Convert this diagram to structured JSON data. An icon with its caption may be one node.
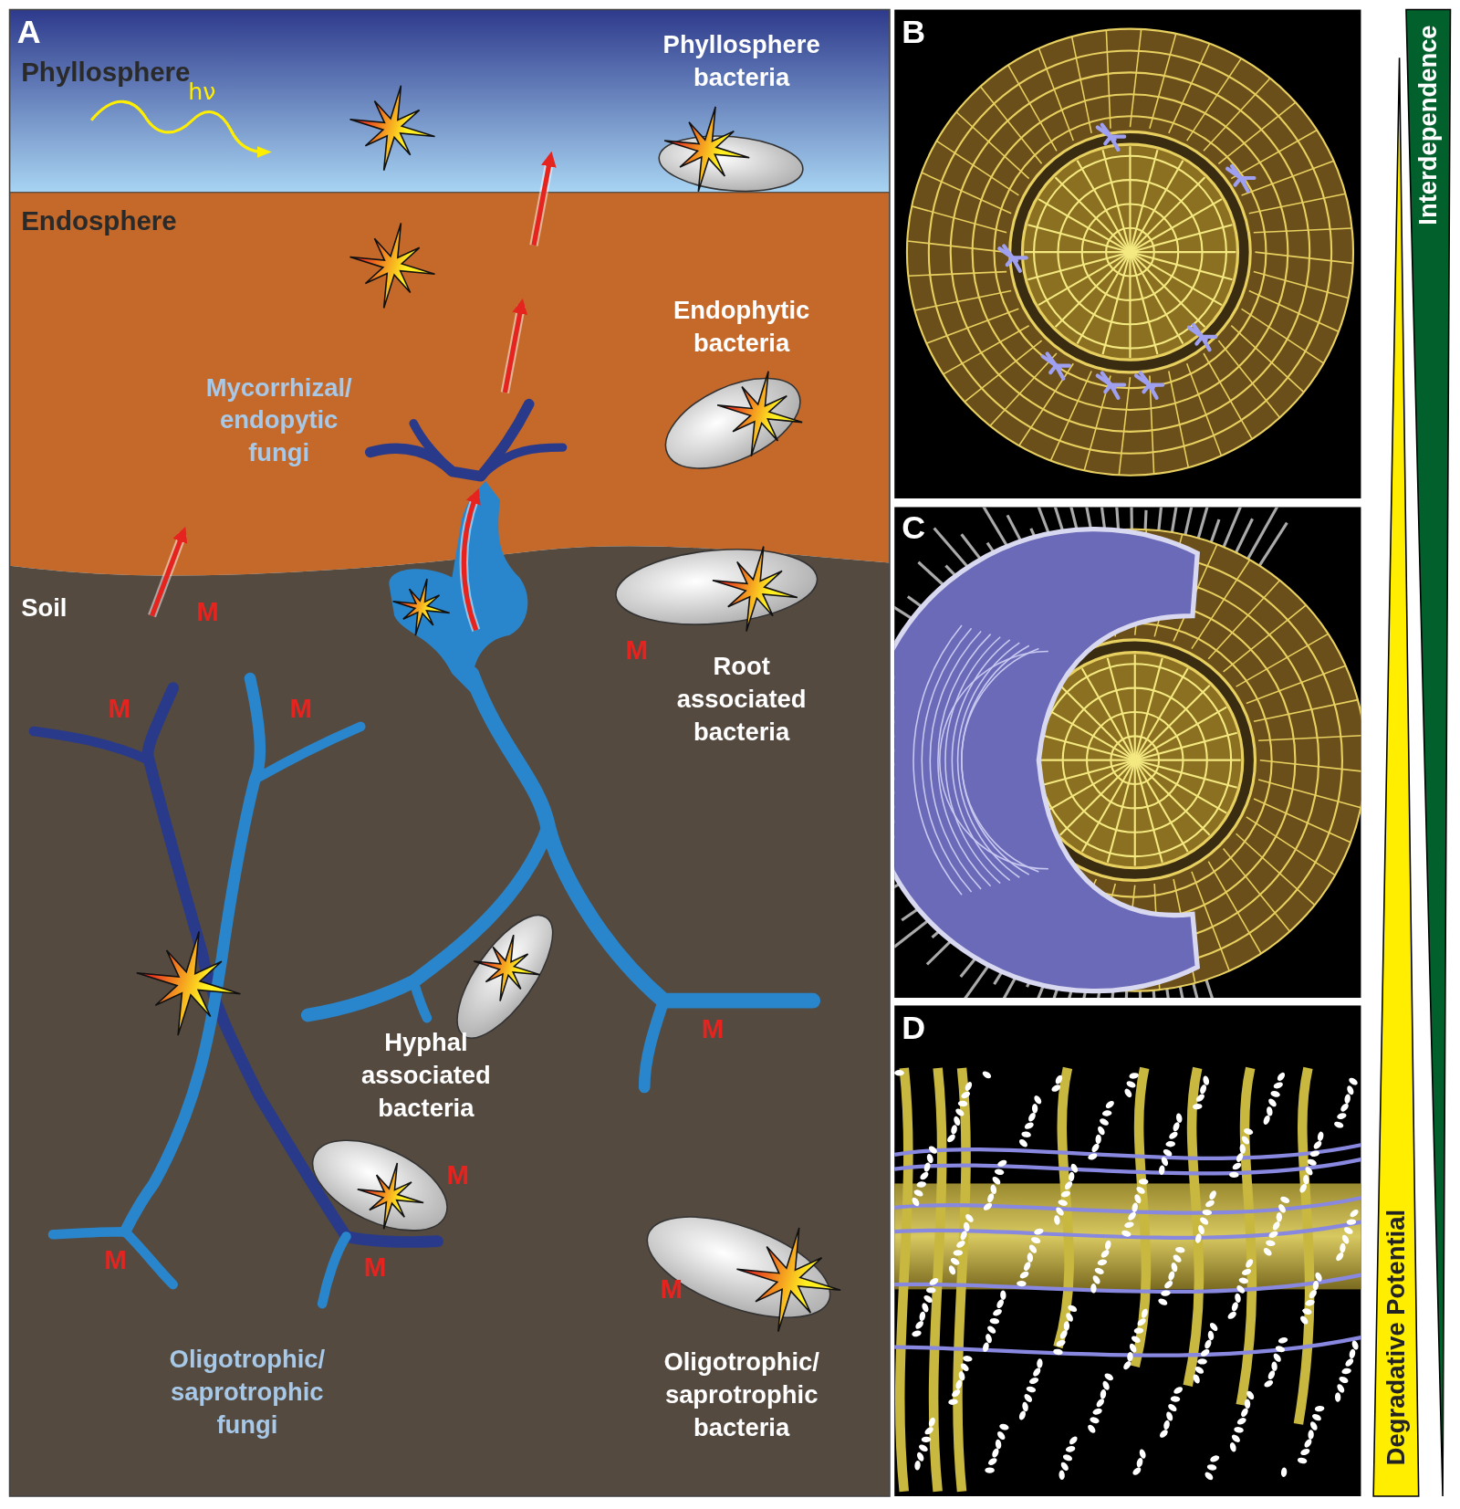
{
  "diagram": {
    "labels": [
      "A",
      "Phyllosphere",
      "hν",
      "Phyllosphere bacteria",
      "Endosphere",
      "Endophytic bacteria",
      "Mycorrhizal/ endopytic fungi",
      "Soil",
      "M",
      "M",
      "Root associated bacteria",
      "M",
      "M",
      "M",
      "Hyphal associated bacteria",
      "M",
      "M",
      "M",
      "M",
      "Oligotrophic/ saprotrophic fungi",
      "Oligotrophic/ saprotrophic bacteria",
      "B",
      "C",
      "D",
      "Interdependence",
      "Degradative Potential"
    ]
  }
}
